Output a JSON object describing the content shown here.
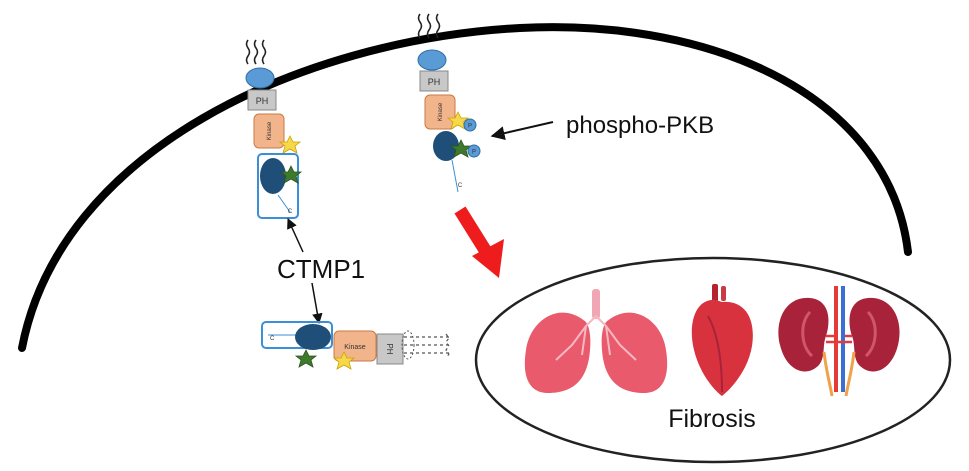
{
  "labels": {
    "phospho": "phospho-PKB",
    "ctmp": "CTMP1",
    "fibrosis": "Fibrosis"
  },
  "domains": {
    "ph": "PH",
    "kinase": "Kinase",
    "c_term": "C",
    "phosphate": "P"
  },
  "colors": {
    "membrane": "#000000",
    "ph_domain": "#c8c8c8",
    "kinase_domain": "#f2b48b",
    "ctmp_protein": "#1f4e79",
    "head_group": "#5b9bd5",
    "box_outline": "#3a8fd6",
    "star_yellow": "#f7d84a",
    "star_green": "#3f7a2c",
    "arrow_red": "#ee1c1c",
    "lung": "#e85a6c",
    "heart": "#d8323f",
    "kidney": "#a8233a"
  },
  "icons": [
    "lungs-icon",
    "heart-icon",
    "kidneys-icon"
  ]
}
